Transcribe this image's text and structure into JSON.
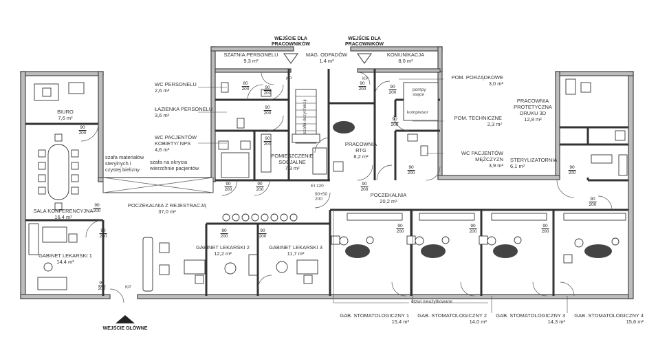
{
  "rooms": {
    "szatnia": {
      "name": "SZATNIA PERSONELU",
      "area": "9,3 m²"
    },
    "mag": {
      "name": "MAG. ODPADÓW",
      "area": "1,4 m²"
    },
    "komunikacja": {
      "name": "KOMUNIKACJA",
      "area": "8,0 m²"
    },
    "porzadkowe": {
      "name": "POM. PORZĄDKOWE",
      "area": "3,0 m²"
    },
    "wc_personelu": {
      "name": "WC PERSONELU",
      "area": "2,6 m²"
    },
    "lazienka": {
      "name": "ŁAZIENKA PERSONELU",
      "area": "3,6 m²"
    },
    "wc_kobiety": {
      "name": "WC PACJENTÓW",
      "name2": "KOBIETY/ NPS",
      "area": "4,6 m²"
    },
    "biuro": {
      "name": "BIURO",
      "area": "7,6 m²"
    },
    "pracownia_druku": {
      "name": "PRACOWNIA",
      "name2": "PROTETYCZNA",
      "name3": "DRUKU 3D",
      "area": "12,8 m²"
    },
    "techniczne": {
      "name": "POM. TECHNICZNE",
      "area": "2,3 m²"
    },
    "wc_mezczyzn": {
      "name": "WC PACJENTÓW",
      "name2": "MĘŻCZYZN",
      "area": "3,9 m²"
    },
    "sterylizatornia": {
      "name": "STERYLIZATORNIA",
      "area": "6,1 m²"
    },
    "pracownia_rtg": {
      "name": "PRACOWNIA",
      "name2": "RTG",
      "area": "8,2 m²"
    },
    "socjalne": {
      "name": "POMIESZCZENIE",
      "name2": "SOCJALNE",
      "area": "7,3 m²"
    },
    "poczekalnia": {
      "name": "POCZEKALNIA",
      "area": "20,2 m²"
    },
    "poczekalnia_rej": {
      "name": "POCZEKALNIA Z REJESTRACJĄ",
      "area": "37,0 m²"
    },
    "sala": {
      "name": "SALA KONFERENCYJNA",
      "area": "16,4 m²"
    },
    "gabinet1": {
      "name": "GABINET LEKARSKI 1",
      "area": "14,4 m²"
    },
    "gabinet2": {
      "name": "GABINET LEKARSKI 2",
      "area": "12,2 m²"
    },
    "gabinet3": {
      "name": "GABINET LEKARSKI 3",
      "area": "11,7 m²"
    },
    "stom1": {
      "name": "GAB. STOMATOLOGICZNY 1",
      "area": "15,4 m²"
    },
    "stom2": {
      "name": "GAB. STOMATOLOGICZNY 2",
      "area": "14,0 m²"
    },
    "stom3": {
      "name": "GAB. STOMATOLOGICZNY 3",
      "area": "14,3 m²"
    },
    "stom4": {
      "name": "GAB. STOMATOLOGICZNY 4",
      "area": "15,6 m²"
    }
  },
  "entries": {
    "staff1": {
      "line1": "WEJŚCIE DLA",
      "line2": "PRACOWNIKÓW"
    },
    "staff2": {
      "line1": "WEJŚCIE DLA",
      "line2": "PRACOWNIKÓW"
    },
    "main": {
      "line1": "WEJŚCIE GŁÓWNE"
    }
  },
  "notes": {
    "szafa1": {
      "l1": "szafa materiałów",
      "l2": "sterylnych i",
      "l3": "czystej bielizny"
    },
    "szafa2": {
      "l1": "szafa na okrycia",
      "l2": "wierzchnie pacjentów"
    },
    "drawers": "szafki dezynfekcji",
    "pompy1": "pompy",
    "pompy2": "ssące",
    "kompresor": "kompresor",
    "ei": "EI 120",
    "dims_ei": "90+50",
    "dims_ei2": "200",
    "kp1": "KP",
    "kp2": "KP",
    "kp3": "KP",
    "drzwi": "drzwi nieużytkowane"
  },
  "doors": {
    "w80": "80",
    "w90": "90",
    "h200": "200"
  }
}
